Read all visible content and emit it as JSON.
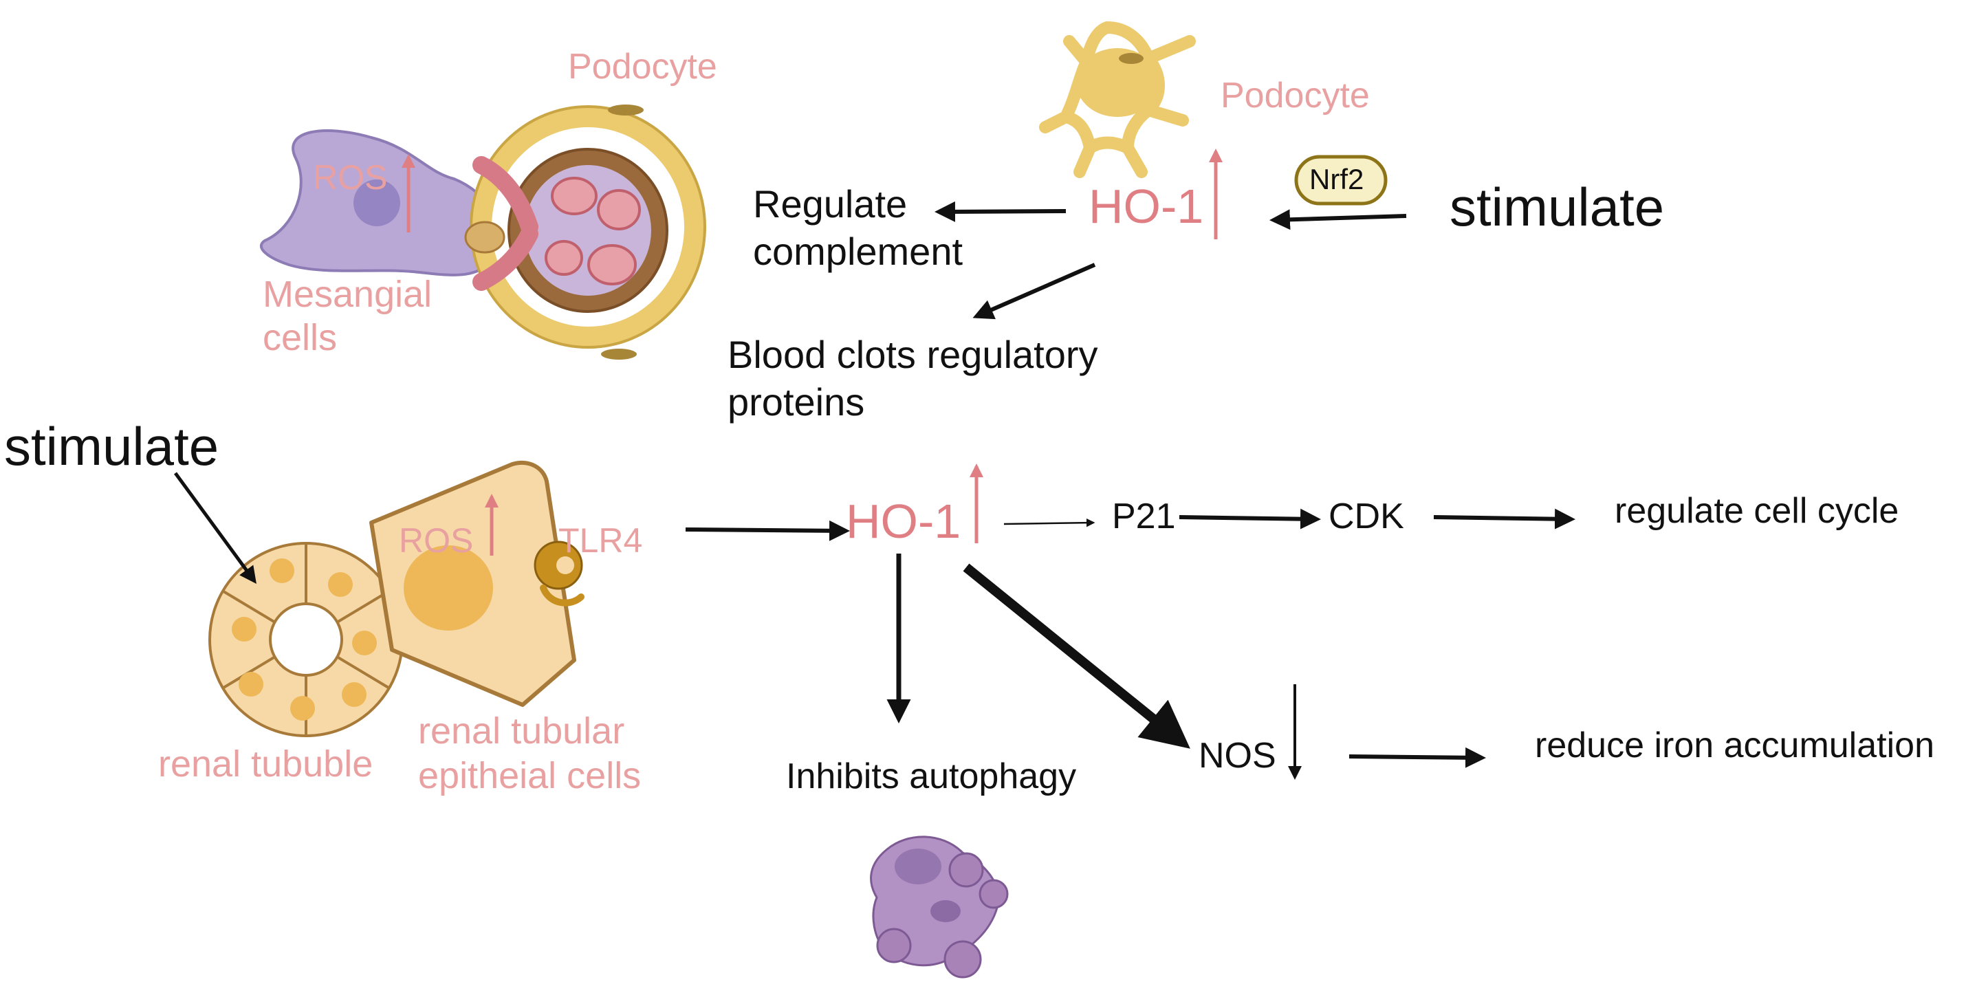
{
  "colors": {
    "label_pink": "#e8a0a0",
    "ho1_pink": "#df7f84",
    "arrow_black": "#111111",
    "podocyte_yellow": "#ecca6e",
    "mesangial_purple": "#b9a8d6",
    "tubule_beige": "#f6d9a6",
    "tubule_border": "#a87a3a",
    "nrf2_fill": "#f7efc6",
    "nrf2_border": "#8e7418",
    "autophagy_purple": "#a783b8"
  },
  "top": {
    "podocyte_left_label": "Podocyte",
    "podocyte_right_label": "Podocyte",
    "ros_label": "ROS",
    "mesangial_label_line1": "Mesangial",
    "mesangial_label_line2": "cells",
    "ho1_label": "HO-1",
    "nrf2_label": "Nrf2",
    "stimulate_label": "stimulate",
    "regulate_line1": "Regulate",
    "regulate_line2": "complement",
    "blood_line1": "Blood clots regulatory",
    "blood_line2": "proteins"
  },
  "bottom": {
    "stimulate_label": "stimulate",
    "ros_label": "ROS",
    "tlr4_label": "TLR4",
    "renal_tubule_label": "renal tububle",
    "epithelial_line1": "renal tubular",
    "epithelial_line2": "epitheial cells",
    "ho1_label": "HO-1",
    "p21_label": "P21",
    "cdk_label": "CDK",
    "cell_cycle_label": "regulate cell cycle",
    "autophagy_label": "Inhibits autophagy",
    "nos_label": "NOS",
    "iron_label": "reduce iron accumulation"
  },
  "icons": {
    "mesangial": "mesangial-cell-icon",
    "glomerulus": "glomerulus-icon",
    "podocyte": "podocyte-cell-icon",
    "tubule": "renal-tubule-icon",
    "epithelial": "epithelial-cell-icon",
    "receptor": "tlr4-receptor-icon",
    "autophagy": "autophagy-cell-icon"
  }
}
